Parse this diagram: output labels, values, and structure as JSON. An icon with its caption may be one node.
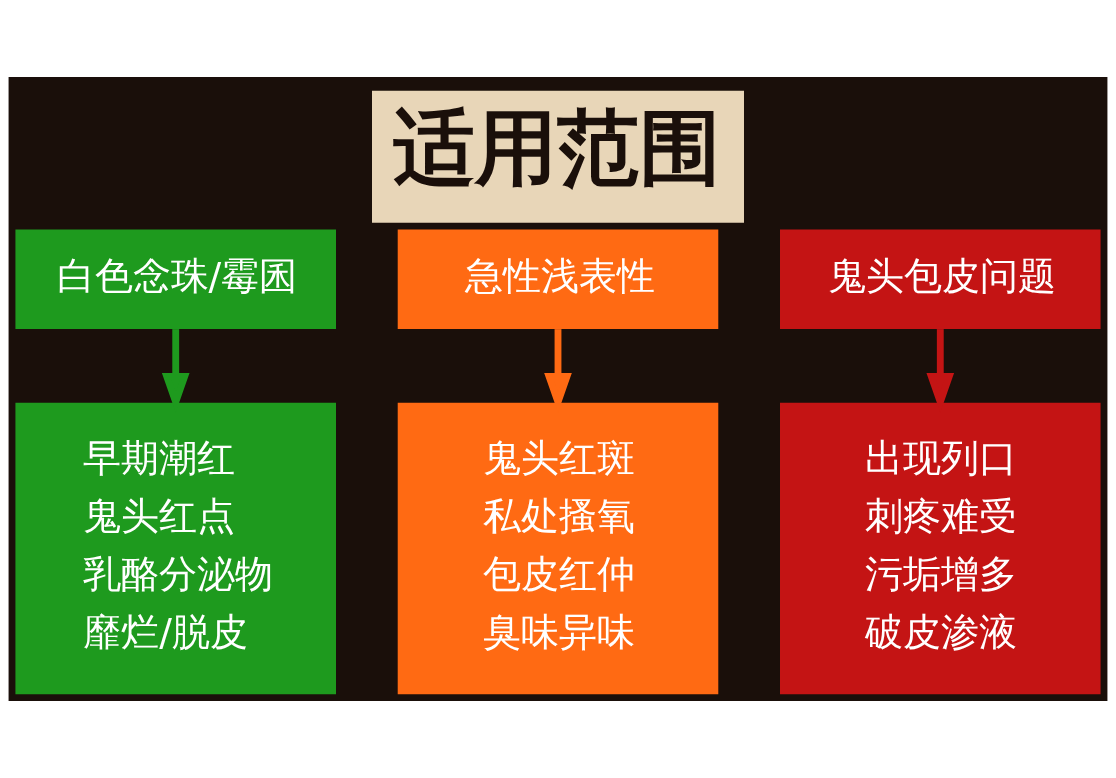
{
  "diagram": {
    "title": "适用范围",
    "nodes": [
      {
        "text": [
          "白色念珠/霉囷"
        ]
      },
      {
        "text": [
          "急性浅表性"
        ]
      },
      {
        "text": [
          "鬼头包皮问题"
        ]
      },
      {
        "text": [
          "早期潮红",
          "鬼头红点",
          "乳酪分泌物",
          "靡烂/脱皮"
        ]
      },
      {
        "text": [
          "鬼头红斑",
          "私处搔氧",
          "包皮红仲",
          "臭味异味"
        ]
      },
      {
        "text": [
          "出现列口",
          "刺疼难受",
          "污垢增多",
          "破皮渗液"
        ]
      }
    ],
    "edges": [
      {
        "from": 0,
        "to": 3,
        "arrow": "to",
        "color": "#1e9a1e"
      },
      {
        "from": 1,
        "to": 4,
        "arrow": "to",
        "color": "#ff6a13"
      },
      {
        "from": 2,
        "to": 5,
        "arrow": "to",
        "color": "#c41414"
      }
    ]
  }
}
